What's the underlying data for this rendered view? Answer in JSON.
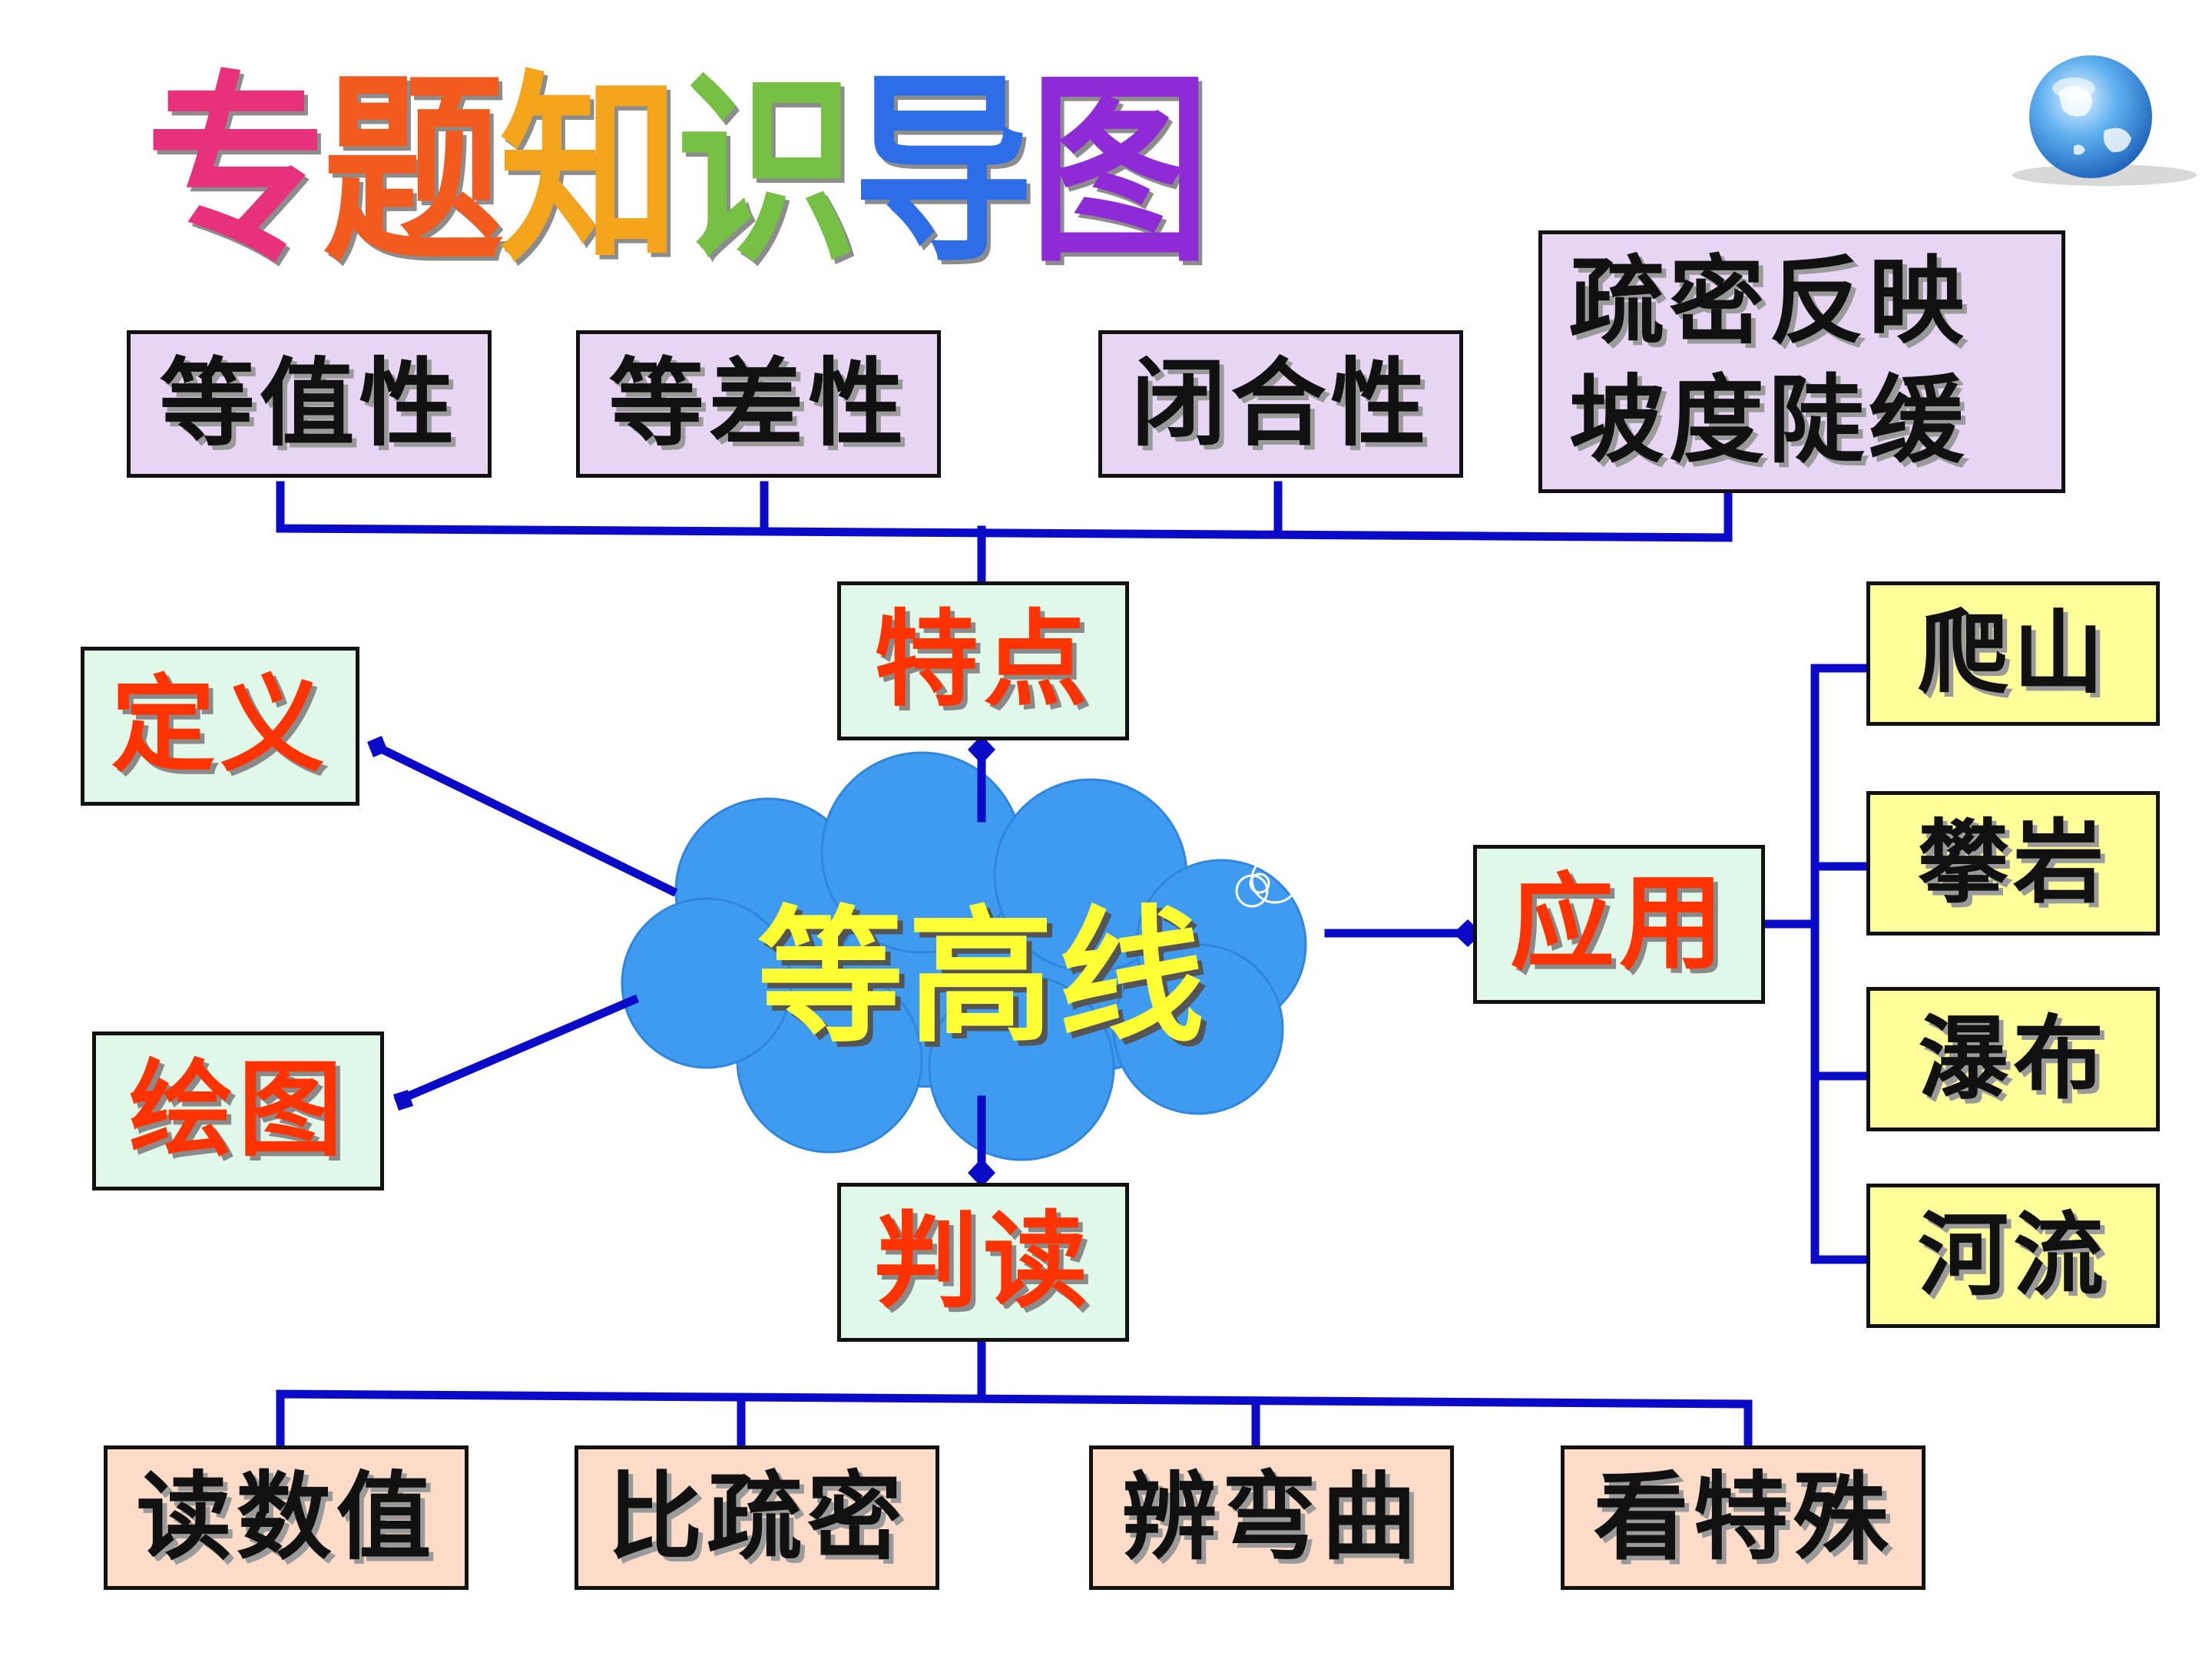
{
  "title": {
    "chars": [
      {
        "char": "专",
        "color": "#e8317b"
      },
      {
        "char": "题",
        "color": "#f25a1e"
      },
      {
        "char": "知",
        "color": "#f5a51b"
      },
      {
        "char": "识",
        "color": "#76c043"
      },
      {
        "char": "导",
        "color": "#2d6ee8"
      },
      {
        "char": "图",
        "color": "#8e2bd6"
      }
    ]
  },
  "center": {
    "label": "等高线",
    "color": "#3f9bf0"
  },
  "branches": {
    "features": {
      "label": "特点",
      "items": [
        "等值性",
        "等差性",
        "闭合性",
        "疏密反映\n坡度陡缓"
      ]
    },
    "definition": {
      "label": "定义"
    },
    "drawing": {
      "label": "绘图"
    },
    "application": {
      "label": "应用",
      "items": [
        "爬山",
        "攀岩",
        "瀑布",
        "河流"
      ]
    },
    "reading": {
      "label": "判读",
      "items": [
        "读数值",
        "比疏密",
        "辨弯曲",
        "看特殊"
      ]
    }
  },
  "colors": {
    "connector": "#0a0ac8",
    "features_items_bg": "#e6d6f4",
    "branch_bg": "#e0f8ea",
    "application_items_bg": "#ffff99",
    "reading_items_bg": "#fcdcc8",
    "branch_text": "#ff3300",
    "center_text": "#ffff33"
  },
  "icons": {
    "corner": "globe-icon"
  }
}
